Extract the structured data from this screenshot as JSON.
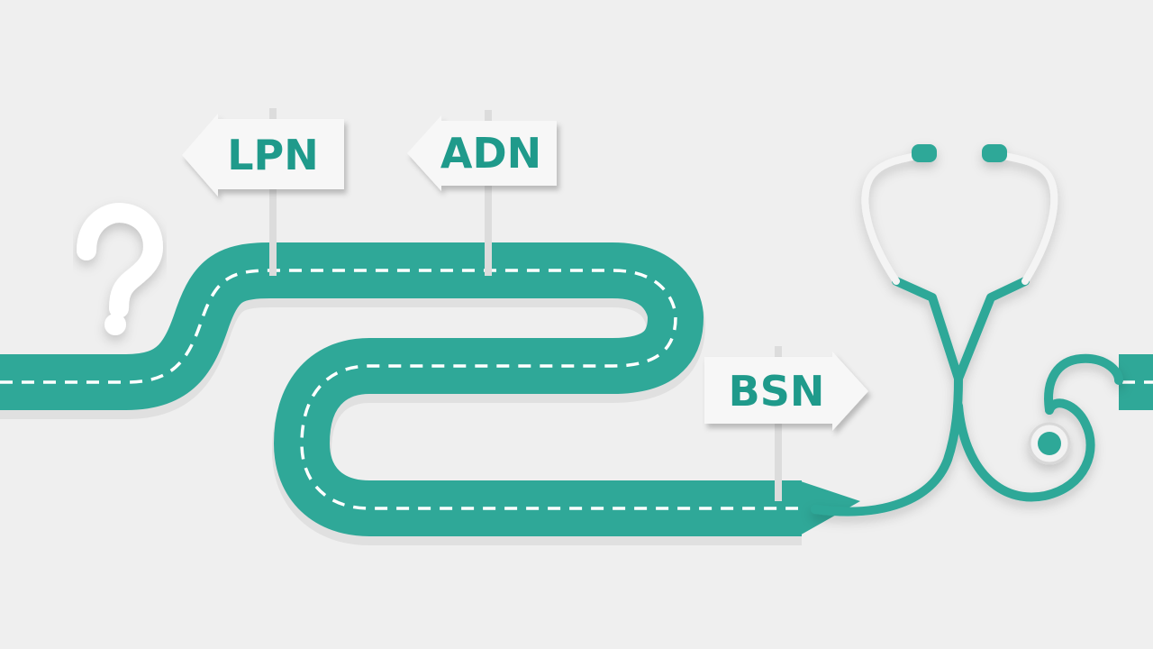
{
  "signs": {
    "lpn": "LPN",
    "adn": "ADN",
    "bsn": "BSN"
  },
  "question_glyph": "?",
  "colors": {
    "background": "#efefef",
    "road": "#2fa898",
    "road_shadow": "#d6d6d6",
    "dash": "#ffffff",
    "sign_face": "#f7f7f7",
    "sign_text": "#1f9a8b",
    "pole": "#dcdcdc",
    "tube_light": "#f4f4f4",
    "question_mark": "#ffffff"
  },
  "icons": [
    "question-mark-icon",
    "stethoscope-icon",
    "arrow-sign-left",
    "arrow-sign-right"
  ]
}
